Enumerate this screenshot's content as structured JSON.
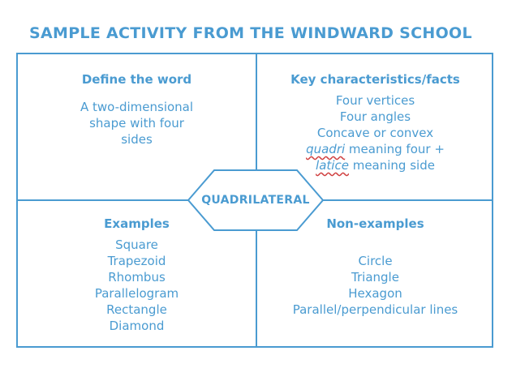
{
  "title": "SAMPLE ACTIVITY FROM THE WINDWARD SCHOOL",
  "center_label": "QUADRILATERAL",
  "define": {
    "heading": "Define the word",
    "lines": [
      "A two-dimensional",
      "shape with four",
      "sides"
    ]
  },
  "characteristics": {
    "heading": "Key characteristics/facts",
    "lines": [
      "Four vertices",
      "Four angles",
      "Concave or convex"
    ],
    "quadri_word": "quadri",
    "quadri_rest": " meaning four +",
    "latice_word": "latice",
    "latice_rest": " meaning side"
  },
  "examples": {
    "heading": "Examples",
    "lines": [
      "Square",
      "Trapezoid",
      "Rhombus",
      "Parallelogram",
      "Rectangle",
      "Diamond"
    ]
  },
  "non_examples": {
    "heading": "Non-examples",
    "lines": [
      "Circle",
      "Triangle",
      "Hexagon",
      "Parallel/perpendicular lines"
    ]
  },
  "colors": {
    "accent": "#4a9bd1",
    "spellcheck": "#d04040",
    "background": "#ffffff"
  }
}
